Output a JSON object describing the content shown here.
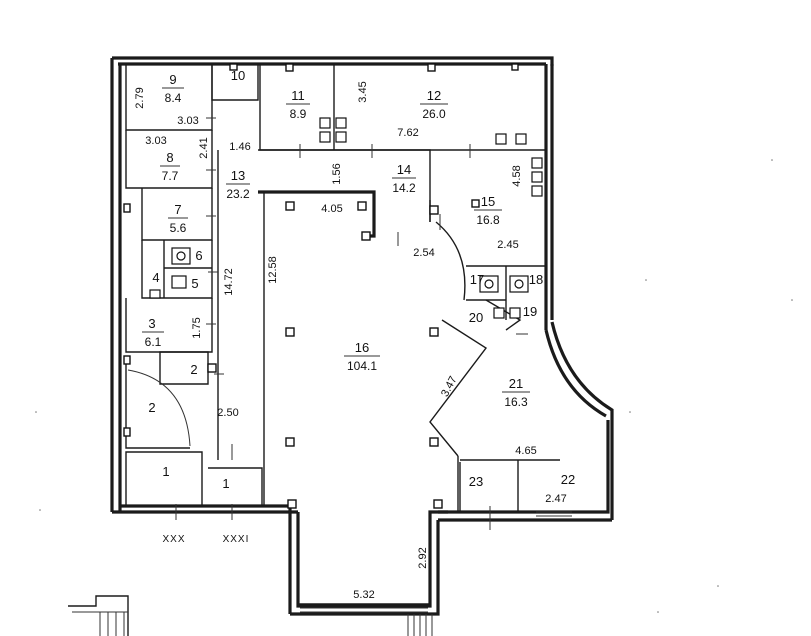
{
  "rooms": [
    {
      "id": "9",
      "num": "9",
      "area": "8.4"
    },
    {
      "id": "10",
      "num": "10",
      "area": ""
    },
    {
      "id": "11",
      "num": "11",
      "area": "8.9"
    },
    {
      "id": "12",
      "num": "12",
      "area": "26.0"
    },
    {
      "id": "8",
      "num": "8",
      "area": "7.7"
    },
    {
      "id": "13",
      "num": "13",
      "area": "23.2"
    },
    {
      "id": "14",
      "num": "14",
      "area": "14.2"
    },
    {
      "id": "15",
      "num": "15",
      "area": "16.8"
    },
    {
      "id": "7",
      "num": "7",
      "area": "5.6"
    },
    {
      "id": "6",
      "num": "6",
      "area": ""
    },
    {
      "id": "4",
      "num": "4",
      "area": ""
    },
    {
      "id": "5",
      "num": "5",
      "area": ""
    },
    {
      "id": "3",
      "num": "3",
      "area": "6.1"
    },
    {
      "id": "2a",
      "num": "2",
      "area": ""
    },
    {
      "id": "2b",
      "num": "2",
      "area": ""
    },
    {
      "id": "1a",
      "num": "1",
      "area": ""
    },
    {
      "id": "1b",
      "num": "1",
      "area": ""
    },
    {
      "id": "16",
      "num": "16",
      "area": "104.1"
    },
    {
      "id": "17",
      "num": "17",
      "area": ""
    },
    {
      "id": "18",
      "num": "18",
      "area": ""
    },
    {
      "id": "19",
      "num": "19",
      "area": ""
    },
    {
      "id": "20",
      "num": "20",
      "area": ""
    },
    {
      "id": "21",
      "num": "21",
      "area": "16.3"
    },
    {
      "id": "22",
      "num": "22",
      "area": ""
    },
    {
      "id": "23",
      "num": "23",
      "area": ""
    }
  ],
  "dimensions": [
    "2.79",
    "3.03",
    "3.03",
    "2.41",
    "1.46",
    "3.45",
    "7.62",
    "1.56",
    "4.58",
    "4.05",
    "12.58",
    "2.54",
    "2.45",
    "14.72",
    "1.75",
    "2.50",
    "3.47",
    "4.65",
    "2.47",
    "2.92",
    "5.32"
  ],
  "axes": [
    "XXX",
    "XXXI"
  ],
  "colors": {
    "wall": "#1b1b1b",
    "paper": "#ffffff"
  }
}
